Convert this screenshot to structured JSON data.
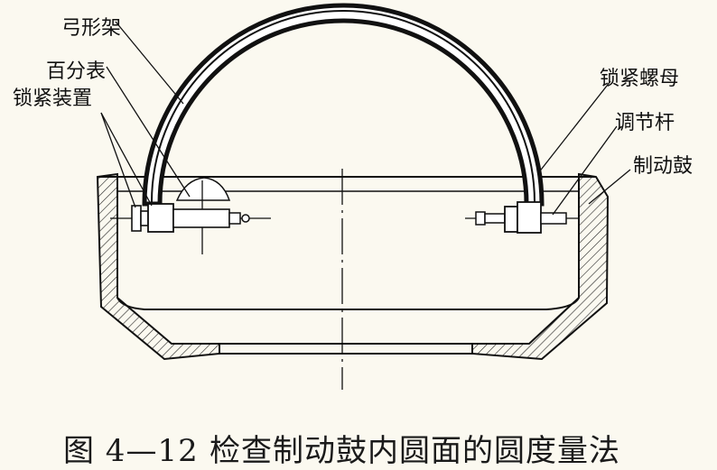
{
  "labels": {
    "bow_frame": "弓形架",
    "dial_indicator": "百分表",
    "locking_device": "锁紧装置",
    "lock_nut": "锁紧螺母",
    "adjusting_rod": "调节杆",
    "brake_drum": "制动鼓"
  },
  "caption": {
    "figure_number": "图 4—12",
    "title": "检查制动鼓内圆面的圆度量法"
  },
  "colors": {
    "ink": "#111111",
    "background": "#fbf9f0",
    "hatch": "#222222"
  }
}
